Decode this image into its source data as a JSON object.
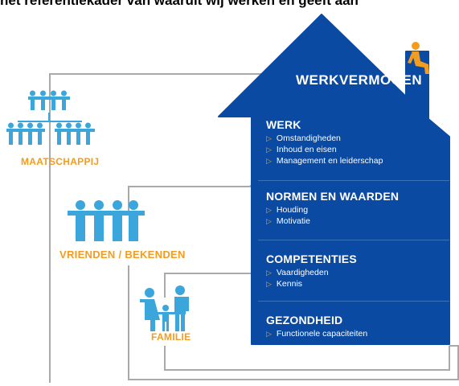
{
  "header": {
    "text": "het referentiekader van waaruit wij werken en geeft aan"
  },
  "house": {
    "title": "WERKVERMOGEN",
    "sections": [
      {
        "title": "WERK",
        "items": [
          "Omstandigheden",
          "Inhoud en eisen",
          "Management en leiderschap"
        ]
      },
      {
        "title": "NORMEN EN WAARDEN",
        "items": [
          "Houding",
          "Motivatie"
        ]
      },
      {
        "title": "COMPETENTIES",
        "items": [
          "Vaardigheden",
          "Kennis"
        ]
      },
      {
        "title": "GEZONDHEID",
        "items": [
          "Functionele capaciteiten"
        ]
      }
    ]
  },
  "groups": {
    "society": "MAATSCHAPPIJ",
    "friends": "VRIENDEN / BEKENDEN",
    "family": "FAMILIE"
  },
  "colors": {
    "house_blue": "#0b4aa3",
    "people_blue": "#3aa6dc",
    "accent_orange": "#f39c1f",
    "line_gray": "#a9a9a9"
  },
  "icons": [
    "person-sitting-icon",
    "people-group-icon",
    "family-icon",
    "bullet-triangle-icon"
  ]
}
